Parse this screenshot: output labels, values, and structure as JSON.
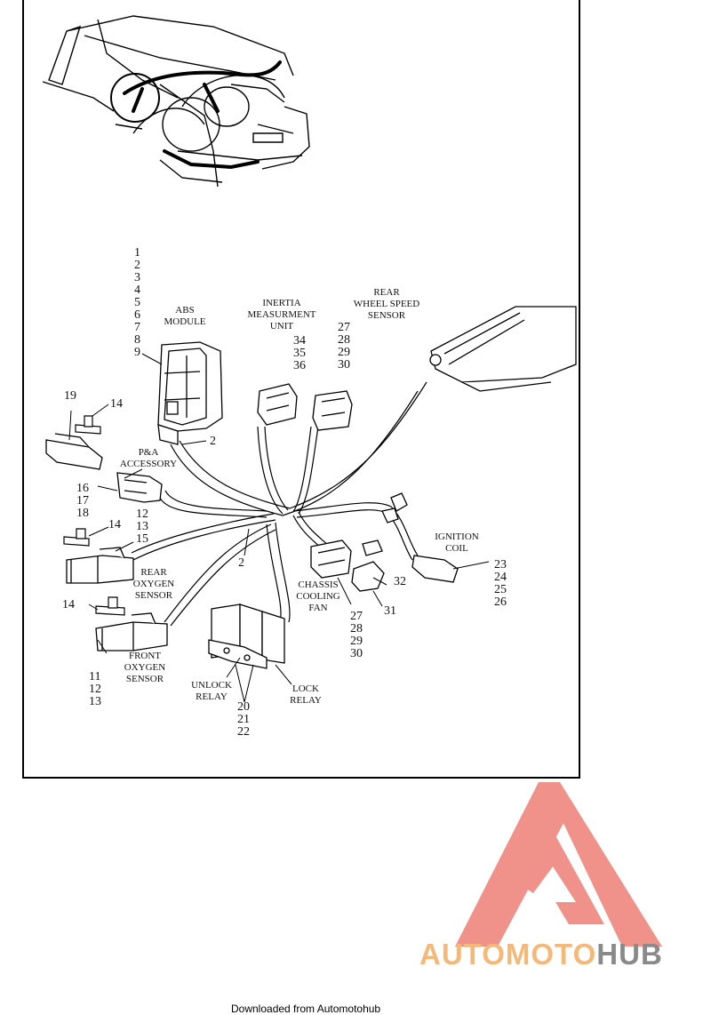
{
  "callouts": {
    "abs_nums": [
      "1",
      "2",
      "3",
      "4",
      "5",
      "6",
      "7",
      "8",
      "9"
    ],
    "abs_label": [
      "ABS",
      "MODULE"
    ],
    "abs_2": "2",
    "imu_label": [
      "INERTIA",
      "MEASURMENT",
      "UNIT"
    ],
    "imu_nums": [
      "34",
      "35",
      "36"
    ],
    "rws_label": [
      "REAR",
      "WHEEL SPEED",
      "SENSOR"
    ],
    "rws_nums": [
      "27",
      "28",
      "29",
      "30"
    ],
    "n19": "19",
    "n14a": "14",
    "pa_label": [
      "P&A",
      "ACCESSORY"
    ],
    "pa_nums": [
      "16",
      "17",
      "18"
    ],
    "ro_nums": [
      "12",
      "13"
    ],
    "n14b": "14",
    "n15": "15",
    "wire_2": "2",
    "ro_label": [
      "REAR",
      "OXYGEN",
      "SENSOR"
    ],
    "n14c": "14",
    "fo_label": [
      "FRONT",
      "OXYGEN",
      "SENSOR"
    ],
    "fo_nums": [
      "11",
      "12",
      "13"
    ],
    "relay_unlock": [
      "UNLOCK",
      "RELAY"
    ],
    "relay_lock": [
      "LOCK",
      "RELAY"
    ],
    "relay_nums": [
      "20",
      "21",
      "22"
    ],
    "ccf_label": [
      "CHASSIS",
      "COOLING",
      "FAN"
    ],
    "ccf_nums": [
      "27",
      "28",
      "29",
      "30"
    ],
    "n32": "32",
    "n31": "31",
    "ign_label": [
      "IGNITION",
      "COIL"
    ],
    "ign_nums": [
      "23",
      "24",
      "25",
      "26"
    ]
  },
  "watermark": {
    "auto": "AUTOMOTO",
    "hub": "HUB",
    "colors": {
      "triangle": "#f08c84",
      "auto": "#f4b878",
      "hub": "#8a8a8a"
    }
  },
  "footer": "Downloaded from Automotohub"
}
